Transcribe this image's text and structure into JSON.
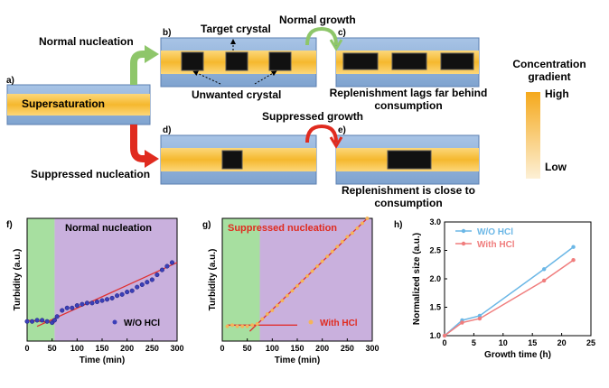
{
  "panels": {
    "a": "a)",
    "b": "b)",
    "c": "c)",
    "d": "d)",
    "e": "e)",
    "f": "f)",
    "g": "g)",
    "h": "h)"
  },
  "schematic": {
    "normal_nucleation": "Normal nucleation",
    "suppressed_nucleation": "Suppressed nucleation",
    "supersaturation": "Supersaturation",
    "target_crystal": "Target crystal",
    "unwanted_crystal": "Unwanted crystal",
    "normal_growth": "Normal growth",
    "suppressed_growth": "Suppressed growth",
    "replenishment_lags": "Replenishment lags far behind consumption",
    "replenishment_close": "Replenishment is close to consumption",
    "gradient_title": "Concentration gradient",
    "gradient_high": "High",
    "gradient_low": "Low"
  },
  "colors": {
    "channel_blue": "#8fb0d8",
    "channel_yellow": "#f5b82e",
    "arrow_green": "#8ec66a",
    "arrow_red": "#e02b1f",
    "zone_green": "#a7dfa0",
    "zone_purple": "#c9b0dd",
    "w_o_line": "#6bb7e6",
    "with_line": "#f07d7d"
  },
  "chart_data": [
    {
      "type": "scatter",
      "title": "Normal nucleation",
      "xlabel": "Time (min)",
      "ylabel": "Turbidity (a.u.)",
      "xlim": [
        0,
        300
      ],
      "xticks": [
        0,
        50,
        100,
        150,
        200,
        250,
        300
      ],
      "legend": "W/O HCl",
      "series": [
        {
          "name": "W/O HCl",
          "x": [
            0,
            10,
            20,
            30,
            40,
            50,
            55,
            60,
            70,
            80,
            90,
            100,
            110,
            120,
            130,
            140,
            150,
            160,
            170,
            180,
            190,
            200,
            210,
            220,
            230,
            240,
            250,
            260,
            270,
            280,
            290
          ],
          "y": [
            0.16,
            0.16,
            0.17,
            0.17,
            0.16,
            0.15,
            0.17,
            0.2,
            0.25,
            0.27,
            0.27,
            0.29,
            0.3,
            0.31,
            0.31,
            0.32,
            0.33,
            0.34,
            0.35,
            0.37,
            0.38,
            0.4,
            0.41,
            0.44,
            0.46,
            0.48,
            0.5,
            0.54,
            0.58,
            0.61,
            0.64
          ]
        }
      ]
    },
    {
      "type": "scatter",
      "title": "Suppressed nucleation",
      "xlabel": "Time (min)",
      "ylabel": "Turbidity (a.u.)",
      "xlim": [
        0,
        300
      ],
      "xticks": [
        0,
        50,
        100,
        150,
        200,
        250,
        300
      ],
      "legend": "With HCl",
      "series": [
        {
          "name": "With HCl",
          "x": [
            10,
            20,
            30,
            40,
            50,
            60,
            70,
            80,
            90,
            100,
            110,
            120,
            130,
            140,
            150,
            160,
            170,
            180,
            190,
            200,
            210,
            220,
            230,
            240,
            250,
            260,
            270,
            280,
            290
          ],
          "y": [
            0.12,
            0.13,
            0.12,
            0.12,
            0.12,
            0.13,
            0.14,
            0.18,
            0.22,
            0.25,
            0.29,
            0.33,
            0.37,
            0.41,
            0.45,
            0.49,
            0.53,
            0.57,
            0.61,
            0.65,
            0.69,
            0.73,
            0.77,
            0.81,
            0.85,
            0.88,
            0.92,
            0.96,
            1.0
          ]
        }
      ]
    },
    {
      "type": "line",
      "xlabel": "Growth time (h)",
      "ylabel": "Normalized size (a.u.)",
      "xlim": [
        0,
        25
      ],
      "ylim": [
        1.0,
        3.0
      ],
      "xticks": [
        0,
        5,
        10,
        15,
        20,
        25
      ],
      "yticks": [
        1.0,
        1.5,
        2.0,
        2.5,
        3.0
      ],
      "legend_position": "top-left",
      "series": [
        {
          "name": "W/O  HCl",
          "x": [
            0,
            3,
            6,
            17,
            22
          ],
          "y": [
            1.0,
            1.27,
            1.35,
            2.17,
            2.56
          ]
        },
        {
          "name": "With  HCl",
          "x": [
            0,
            3,
            6,
            17,
            22
          ],
          "y": [
            1.0,
            1.23,
            1.3,
            1.97,
            2.33
          ]
        }
      ]
    }
  ]
}
